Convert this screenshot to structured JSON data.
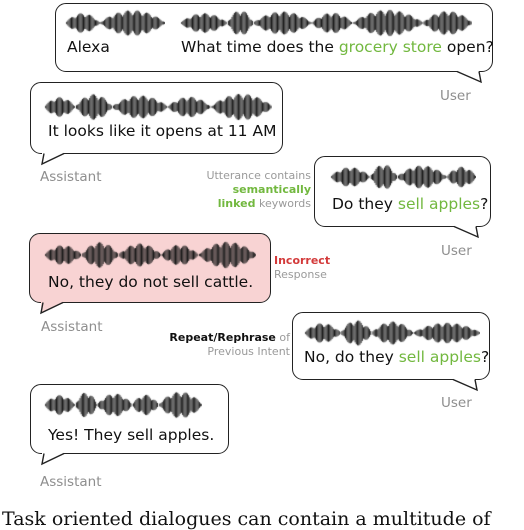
{
  "turns": [
    {
      "id": "t1",
      "prefix": "What time does the ",
      "highlight": "grocery store",
      "suffix": " open?",
      "wake_word": "Alexa",
      "speaker": "User"
    },
    {
      "id": "t2",
      "text": "It looks like it opens at 11 AM",
      "speaker": "Assistant"
    },
    {
      "id": "t3",
      "prefix": "Do they ",
      "highlight": "sell apples",
      "suffix": "?",
      "speaker": "User"
    },
    {
      "id": "t4",
      "text": "No, they do not sell cattle.",
      "speaker": "Assistant"
    },
    {
      "id": "t5",
      "prefix": "No, do they ",
      "highlight": "sell apples",
      "suffix": "?",
      "speaker": "User"
    },
    {
      "id": "t6",
      "text": "Yes! They sell apples.",
      "speaker": "Assistant"
    }
  ],
  "annotations": {
    "utterance": {
      "line1": "Utterance contains",
      "bold": "semantically",
      "bold2": "linked",
      "rest": " keywords"
    },
    "incorrect": {
      "bold": "Incorrect",
      "rest": "Response"
    },
    "repeat": {
      "bold": "Repeat/Rephrase",
      "rest": " of",
      "line2": "Previous Intent"
    }
  },
  "caption": "Task oriented dialogues can contain a multitude of",
  "colors": {
    "highlight": "#72b83f",
    "incorrect": "#d33a3a",
    "error_bubble": "#f8d3d3"
  }
}
